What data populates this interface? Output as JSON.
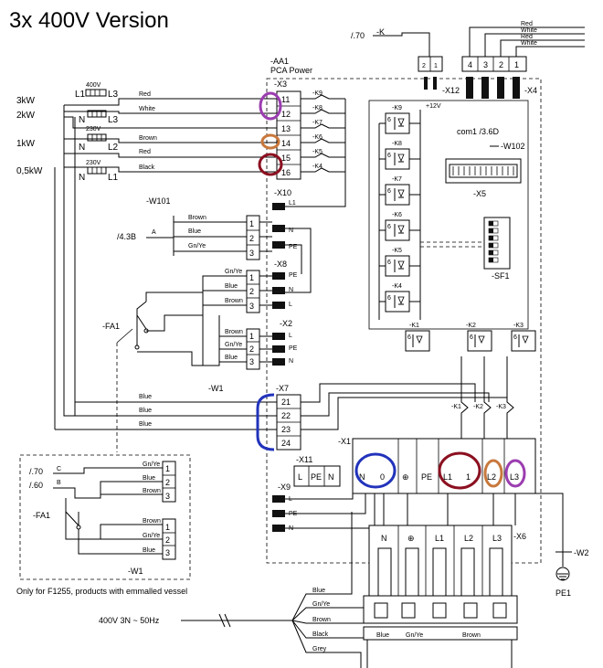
{
  "title": "3x 400V Version",
  "power_labels": [
    "3kW",
    "2kW",
    "1kW",
    "0,5kW"
  ],
  "connector_labels": {
    "l1": "L1",
    "l3": "L3",
    "n": "N",
    "l2": "L2",
    "v400": "400V",
    "v230a": "230V",
    "v230b": "230V"
  },
  "top_ref": "/.70",
  "k_ref": "-K",
  "aa1": "-AA1",
  "pca": "PCA Power",
  "x3": "-X3",
  "x3_pins": [
    "11",
    "12",
    "13",
    "14",
    "15",
    "16"
  ],
  "x3_wires": [
    "Red",
    "White",
    "Brown",
    "Red",
    "Black"
  ],
  "k_labels_x3": [
    "-K9",
    "-K8",
    "-K7",
    "-K6",
    "-K5",
    "-K4"
  ],
  "x12": "-X12",
  "x4": "-X4",
  "x4_pins": [
    "4",
    "3",
    "2",
    "1"
  ],
  "x4_wires": [
    "Red",
    "White",
    "Red",
    "White"
  ],
  "x12_pins": [
    "2",
    "1"
  ],
  "v12": "+12V",
  "relay_labels": [
    "-K9",
    "-K8",
    "-K7",
    "-K6",
    "-K5",
    "-K4"
  ],
  "relay_pin": "6",
  "com1": "com1  /3.6D",
  "w102": "-W102",
  "x5": "-X5",
  "sf1": "-SF1",
  "k_bottom": [
    "-K1",
    "-K2",
    "-K3"
  ],
  "w101": "-W101",
  "ref_a": "/4.3B",
  "a": "A",
  "x10": "-X10",
  "w101_wires": [
    "Brown",
    "Blue",
    "Gn/Ye"
  ],
  "x10_pins": [
    "L1",
    "N",
    "PE"
  ],
  "x8": "-X8",
  "x8_left_wires": [
    "Gn/Ye",
    "Blue",
    "Brown"
  ],
  "x8_pins": [
    "PE",
    "N",
    "L"
  ],
  "fa1": "-FA1",
  "x2": "-X2",
  "x2_wires": [
    "Brown",
    "Gn/Ye",
    "Blue"
  ],
  "x2_pins": [
    "L",
    "PE",
    "N"
  ],
  "w1": "-W1",
  "x7": "-X7",
  "x7_pins": [
    "21",
    "22",
    "23",
    "24"
  ],
  "x7_wires": [
    "Blue",
    "Blue",
    "Blue"
  ],
  "k_contacts": [
    "-K1",
    "-K2",
    "-K3"
  ],
  "x1": "-X1",
  "x1_terms": [
    "N",
    "0",
    "⊕",
    "PE",
    "L1",
    "1",
    "L2",
    "L3"
  ],
  "x11": "-X11",
  "x11_pins": [
    "L",
    "PE",
    "N"
  ],
  "x9": "-X9",
  "x9_pins": [
    "L",
    "PE",
    "N"
  ],
  "x6": "-X6",
  "x6_terms": [
    "N",
    "⊕",
    "L1",
    "L2",
    "L3"
  ],
  "w2": "-W2",
  "pe1": "PE1",
  "inset": {
    "ref_c": "/.70",
    "c": "C",
    "ref_b": "/.60",
    "b": "B",
    "fa1": "-FA1",
    "w1": "-W1",
    "top_wires": [
      "Gn/Ye",
      "Blue",
      "Brown"
    ],
    "bottom_wires": [
      "Brown",
      "Gn/Ye",
      "Blue"
    ],
    "pins": [
      "1",
      "2",
      "3"
    ]
  },
  "note": "Only for F1255, products with emmalled vessel",
  "supply": "400V  3N ~ 50Hz",
  "supply_wires": [
    "Blue",
    "Gn/Ye",
    "Brown",
    "Black",
    "Grey"
  ],
  "bottom_block": [
    "Blue",
    "Gn/Ye",
    "Brown"
  ],
  "highlight_colors": {
    "purple": "#9b3db0",
    "orange": "#c8783c",
    "darkred": "#8b1020",
    "blue": "#2233bb"
  }
}
